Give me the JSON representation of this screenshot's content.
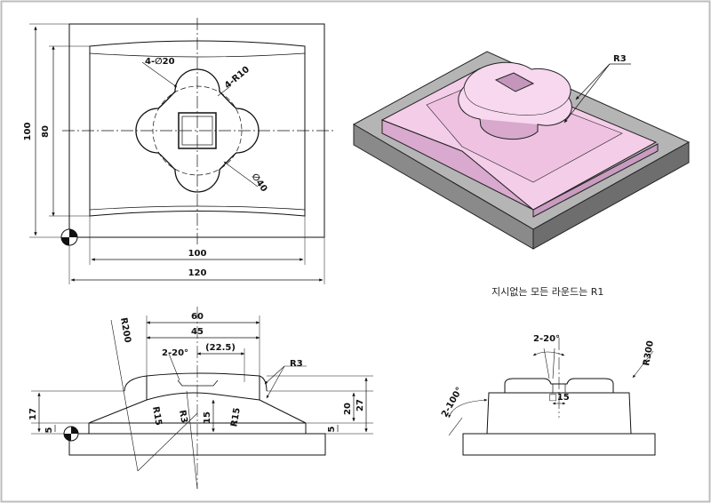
{
  "top_view": {
    "overall_height": "100",
    "pocket_height": "80",
    "pocket_width": "100",
    "overall_width": "120",
    "holes": "4-∅20",
    "fillets": "4-R10",
    "circle": "∅40"
  },
  "iso_view": {
    "fillet": "R3"
  },
  "note": "지시없는 모든 라운드는 R1",
  "front_view": {
    "radius_large": "R200",
    "width_60": "60",
    "width_45": "45",
    "width_ref": "(22.5)",
    "draft": "2-20°",
    "fillet": "R3",
    "r15_left": "R15",
    "r3": "R3",
    "h15": "15",
    "r15_right": "R15",
    "h20": "20",
    "h27": "27",
    "h17": "17",
    "h5_left": "5",
    "h5_right": "5"
  },
  "side_view": {
    "draft_top": "2-20°",
    "radius_300": "R300",
    "draft_side": "2-100°",
    "square": "□15"
  },
  "colors": {
    "line": "#111111",
    "part_face_top": "#f3cbe8",
    "part_face_side": "#dcaed3",
    "base_top": "#b0b0b0",
    "base_side": "#7a7a7a",
    "frame": "#bdbdbd"
  }
}
